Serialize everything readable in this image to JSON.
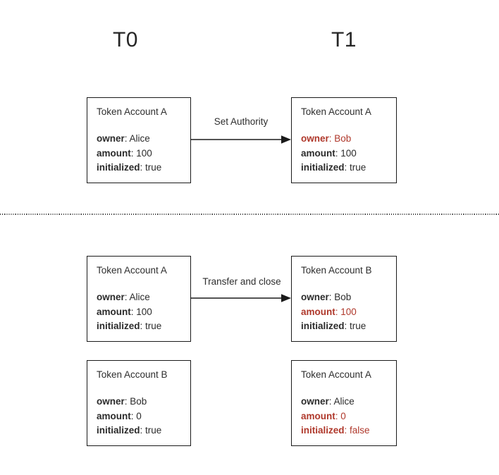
{
  "columns": [
    {
      "label": "T0"
    },
    {
      "label": "T1"
    }
  ],
  "colors": {
    "text": "#2b2b2b",
    "changed": "#af382b",
    "border": "#1a1a1a",
    "divider": "#3c3c3c"
  },
  "sections": [
    {
      "name": "set-authority",
      "arrow_label": "Set Authority",
      "before": [
        {
          "title": "Token Account A",
          "fields": [
            {
              "key": "owner",
              "value": "Alice",
              "changed": false
            },
            {
              "key": "amount",
              "value": "100",
              "changed": false
            },
            {
              "key": "initialized",
              "value": "true",
              "changed": false
            }
          ]
        }
      ],
      "after": [
        {
          "title": "Token Account A",
          "fields": [
            {
              "key": "owner",
              "value": "Bob",
              "changed": true
            },
            {
              "key": "amount",
              "value": "100",
              "changed": false
            },
            {
              "key": "initialized",
              "value": "true",
              "changed": false
            }
          ]
        }
      ]
    },
    {
      "name": "transfer-and-close",
      "arrow_label": "Transfer and close",
      "before": [
        {
          "title": "Token Account A",
          "fields": [
            {
              "key": "owner",
              "value": "Alice",
              "changed": false
            },
            {
              "key": "amount",
              "value": "100",
              "changed": false
            },
            {
              "key": "initialized",
              "value": "true",
              "changed": false
            }
          ]
        },
        {
          "title": "Token Account B",
          "fields": [
            {
              "key": "owner",
              "value": "Bob",
              "changed": false
            },
            {
              "key": "amount",
              "value": "0",
              "changed": false
            },
            {
              "key": "initialized",
              "value": "true",
              "changed": false
            }
          ]
        }
      ],
      "after": [
        {
          "title": "Token Account B",
          "fields": [
            {
              "key": "owner",
              "value": "Bob",
              "changed": false
            },
            {
              "key": "amount",
              "value": "100",
              "changed": true
            },
            {
              "key": "initialized",
              "value": "true",
              "changed": false
            }
          ]
        },
        {
          "title": "Token Account A",
          "fields": [
            {
              "key": "owner",
              "value": "Alice",
              "changed": false
            },
            {
              "key": "amount",
              "value": "0",
              "changed": true
            },
            {
              "key": "initialized",
              "value": "false",
              "changed": true
            }
          ]
        }
      ]
    }
  ]
}
